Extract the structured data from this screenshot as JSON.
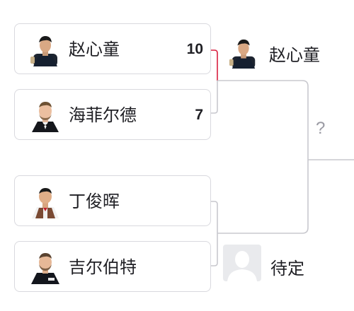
{
  "bracket": {
    "match1": {
      "player1": {
        "name": "赵心童",
        "score": "10"
      },
      "player2": {
        "name": "海菲尔德",
        "score": "7"
      },
      "winner": {
        "name": "赵心童"
      }
    },
    "match2": {
      "player1": {
        "name": "丁俊晖"
      },
      "player2": {
        "name": "吉尔伯特"
      },
      "winner": {
        "name": "待定"
      }
    },
    "next_round": {
      "label": "?"
    },
    "colors": {
      "winner_line": "#d81e3f",
      "bracket_line": "#c8c8ce"
    }
  }
}
